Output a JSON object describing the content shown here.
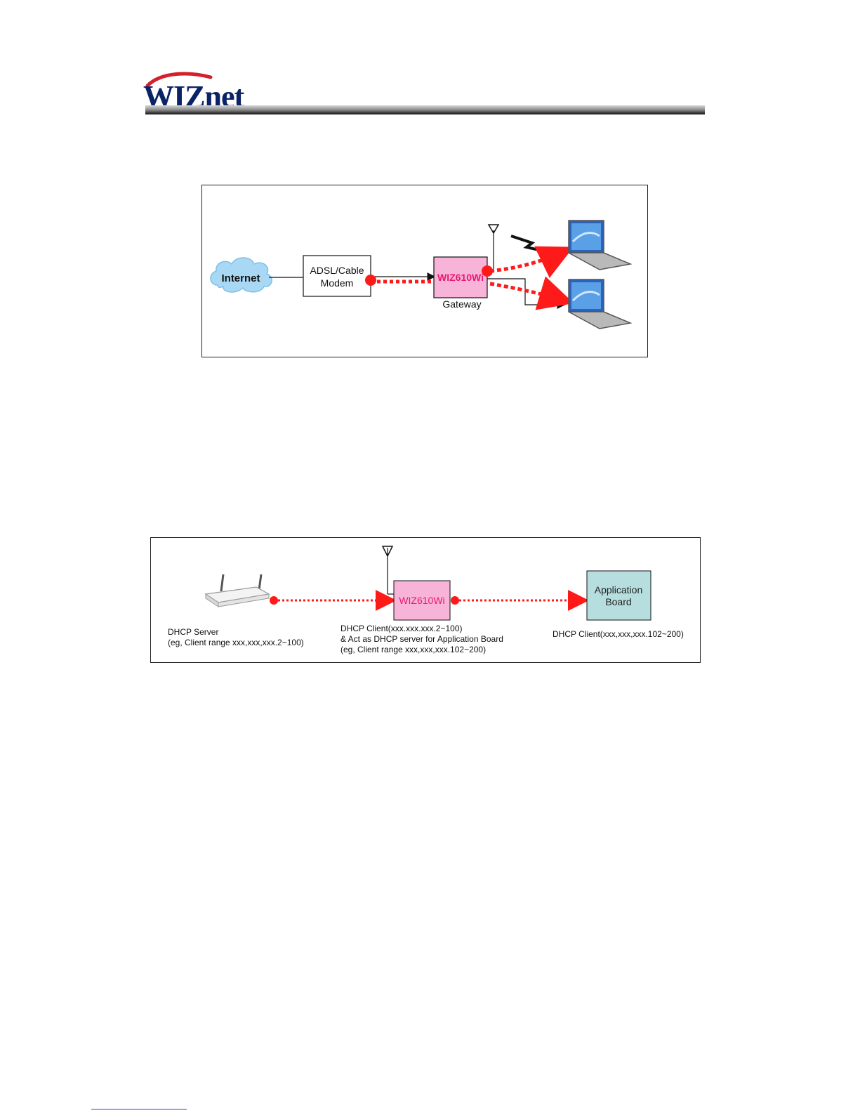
{
  "header": {
    "logo_text": "WIZnet"
  },
  "figure1": {
    "internet_label": "Internet",
    "modem_label_line1": "ADSL/Cable",
    "modem_label_line2": "Modem",
    "device_label": "WIZ610Wi",
    "gateway_label": "Gateway"
  },
  "figure2": {
    "device_label": "WIZ610Wi",
    "app_board_line1": "Application",
    "app_board_line2": "Board",
    "server_caption_line1": "DHCP Server",
    "server_caption_line2": "(eg, Client range xxx,xxx,xxx.2~100)",
    "client_caption_line1": "DHCP Client(xxx.xxx.xxx.2~100)",
    "client_caption_line2": "& Act as DHCP server for Application Board",
    "client_caption_line3": "(eg, Client range xxx,xxx,xxx.102~200)",
    "board_caption": "DHCP Client(xxx,xxx,xxx.102~200)"
  },
  "colors": {
    "device_fill": "#f7b3d8",
    "device_text": "#e8196e",
    "arrow_red": "#ff1a1a",
    "board_fill": "#b7dede",
    "cloud_fill": "#a9d8f4"
  }
}
